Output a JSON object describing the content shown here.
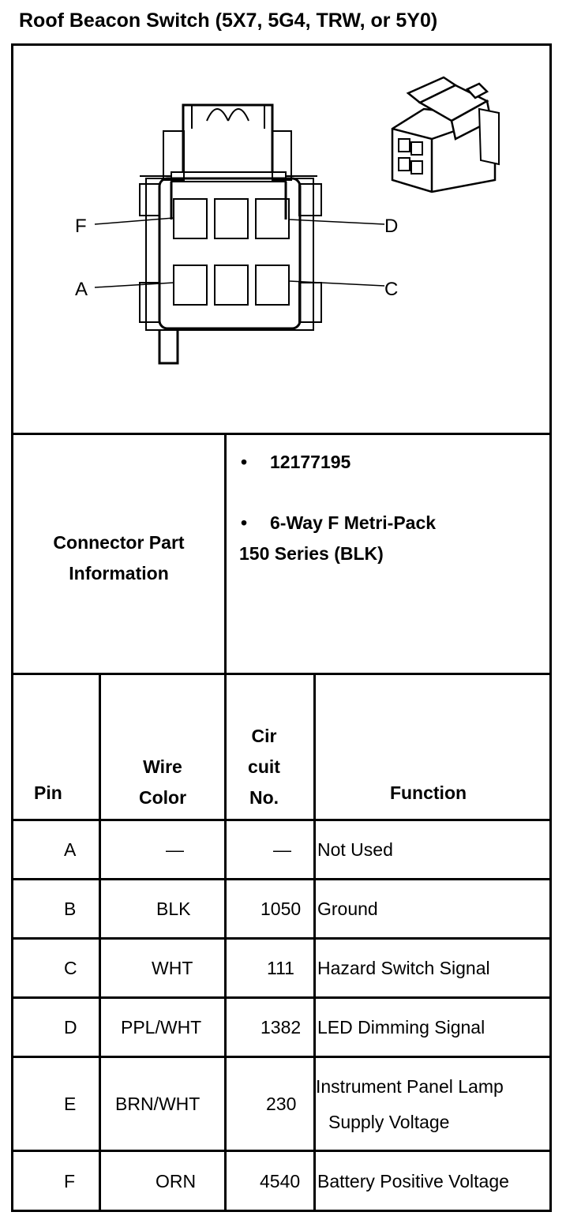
{
  "title": "Roof Beacon Switch (5X7, 5G4, TRW, or 5Y0)",
  "connector": {
    "pin_callouts": {
      "F": "F",
      "D": "D",
      "A": "A",
      "C": "C"
    }
  },
  "part_info": {
    "label_line1": "Connector Part",
    "label_line2": "Information",
    "bullet": "•",
    "part_number": "12177195",
    "description_line1": "6-Way F Metri-Pack",
    "description_line2": "150 Series (BLK)"
  },
  "table": {
    "headers": {
      "pin": "Pin",
      "wire_color_line1": "Wire",
      "wire_color_line2": "Color",
      "circuit_line1": "Cir",
      "circuit_line2": "cuit",
      "circuit_line3": "No.",
      "function": "Function"
    },
    "rows": [
      {
        "pin": "A",
        "wire_color": "—",
        "circuit": "—",
        "function": "Not Used"
      },
      {
        "pin": "B",
        "wire_color": "BLK",
        "circuit": "1050",
        "function": "Ground"
      },
      {
        "pin": "C",
        "wire_color": "WHT",
        "circuit": "111",
        "function": "Hazard Switch Signal"
      },
      {
        "pin": "D",
        "wire_color": "PPL/WHT",
        "circuit": "1382",
        "function": "LED Dimming Signal"
      },
      {
        "pin": "E",
        "wire_color": "BRN/WHT",
        "circuit": "230",
        "function": "Instrument Panel Lamp",
        "function_line2": "Supply Voltage"
      },
      {
        "pin": "F",
        "wire_color": "ORN",
        "circuit": "4540",
        "function": "Battery Positive Voltage"
      }
    ]
  }
}
